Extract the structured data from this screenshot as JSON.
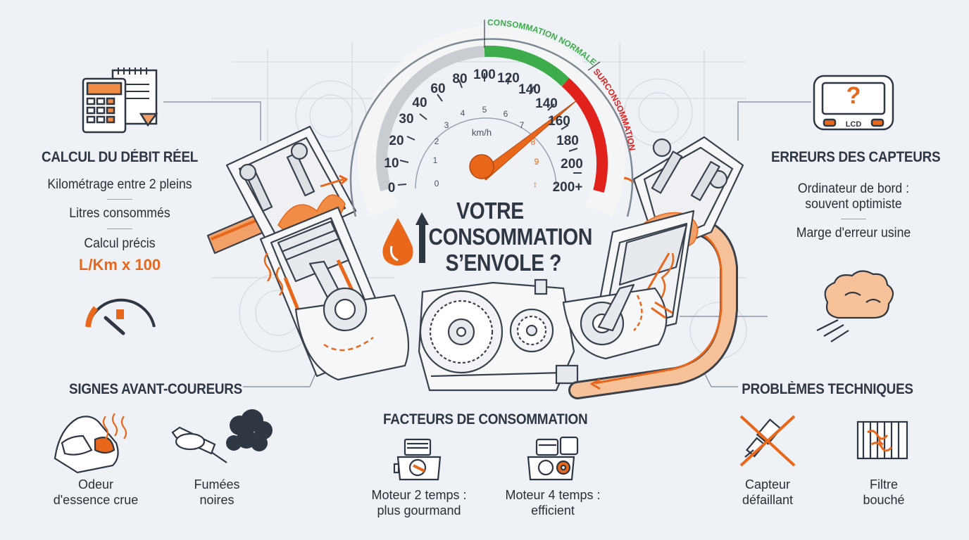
{
  "title": {
    "line1": "VOTRE",
    "line2": "CONSOMMATION",
    "line3": "S’ENVOLE ?"
  },
  "gauge": {
    "zone_normal": "CONSOMMATION NORMALE",
    "zone_over": "SURCONSOMMATION",
    "outer_ticks": [
      "0",
      "10",
      "20",
      "30",
      "40",
      "60",
      "80",
      "100",
      "120",
      "140",
      "140",
      "160",
      "180",
      "200",
      "200+"
    ],
    "inner_ticks": [
      "0",
      "1",
      "2",
      "3",
      "4",
      "5",
      "6",
      "7",
      "8",
      "9",
      "↕"
    ],
    "unit": "km/h",
    "needle_value": "150",
    "colors": {
      "normal": "#3dac4a",
      "over": "#e0211c",
      "idle": "#c9ccd1",
      "needle": "#e8671a"
    }
  },
  "left": {
    "calc": {
      "heading": "CALCUL DU DÉBIT RÉEL",
      "items": [
        "Kilométrage entre 2 pleins",
        "Litres consommés",
        "Calcul précis"
      ],
      "formula": "L/Km x 100"
    },
    "signs": {
      "heading": "SIGNES AVANT-COUREURS",
      "items": [
        {
          "line1": "Odeur",
          "line2": "d'essence crue",
          "icon": "fuel-smell-icon"
        },
        {
          "line1": "Fumées",
          "line2": "noires",
          "icon": "exhaust-smoke-icon"
        }
      ]
    }
  },
  "right": {
    "sensors": {
      "heading": "ERREURS DES CAPTEURS",
      "lcd": "LCD",
      "lcd_symbol": "?",
      "items": [
        "Ordinateur de bord :",
        "souvent optimiste",
        "Marge d'erreur usine"
      ]
    },
    "tech": {
      "heading": "PROBLÈMES TECHNIQUES",
      "items": [
        {
          "line1": "Capteur",
          "line2": "défaillant",
          "icon": "faulty-sensor-icon"
        },
        {
          "line1": "Filtre",
          "line2": "bouché",
          "icon": "clogged-filter-icon"
        }
      ]
    }
  },
  "bottom": {
    "factors": {
      "heading": "FACTEURS DE CONSOMMATION",
      "items": [
        {
          "line1": "Moteur 2 temps :",
          "line2": "plus gourmand",
          "icon": "two-stroke-engine-icon"
        },
        {
          "line1": "Moteur 4 temps :",
          "line2": "efficient",
          "icon": "four-stroke-engine-icon"
        }
      ]
    }
  },
  "accent_color": "#e8671a"
}
